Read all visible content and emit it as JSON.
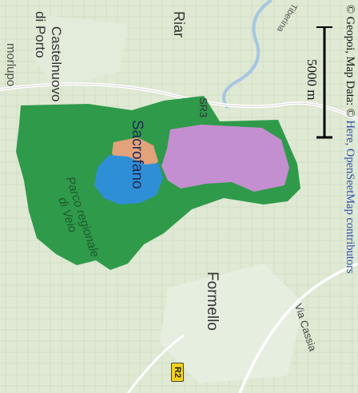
{
  "map": {
    "places": {
      "castelnuovo": "Castelnuovo\ndi Porto",
      "riano": "Riar",
      "morlupo": "morlupo",
      "formello": "Formello",
      "sacrofano": "Sacrofano",
      "via_cassia": "Via Cassia",
      "tiberina": "Tiberina"
    },
    "park_label": "Parco regionale\ndi Veio",
    "road_labels": {
      "sr3": "SR3",
      "r2": "R2"
    },
    "scale_bar": {
      "label": "5000 m"
    },
    "attribution": {
      "text": "© Geopoi, Map Data: ©",
      "link_here": "Here,",
      "link_osm": "OpenS",
      "link_osm_tail": "eetMap contributors"
    },
    "colors": {
      "land": "#dfe9d4",
      "park": "#2f9a4a",
      "municipality_violet": "#c38fd0",
      "municipality_blue": "#2f8fd6",
      "municipality_salmon": "#e2a27a",
      "road": "#ffffff",
      "water": "#a5c7e2"
    }
  }
}
